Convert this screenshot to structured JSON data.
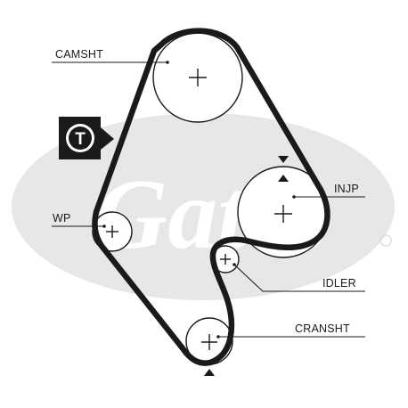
{
  "diagram": {
    "labels": {
      "camshaft": "CAMSHT",
      "injection_pump": "INJP",
      "water_pump": "WP",
      "idler": "IDLER",
      "crankshaft": "CRANSHT"
    },
    "tensioner_badge": "T",
    "watermark_text": "Gates",
    "colors": {
      "belt": "#1a1a1a",
      "watermark": "#e7e7e7",
      "badge_bg": "#1a1a1a",
      "badge_fg": "#ffffff"
    }
  }
}
